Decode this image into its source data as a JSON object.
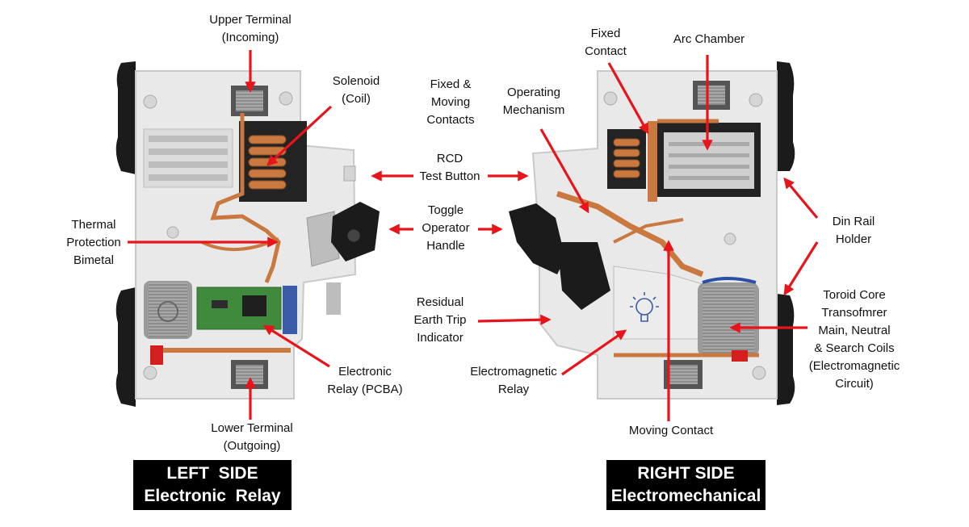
{
  "labels": {
    "upper_terminal": [
      "Upper Terminal",
      "(Incoming)"
    ],
    "solenoid": [
      "Solenoid",
      "(Coil)"
    ],
    "fixed_moving_contacts": [
      "Fixed &",
      "Moving",
      "Contacts"
    ],
    "operating_mechanism": [
      "Operating",
      "Mechanism"
    ],
    "fixed_contact": [
      "Fixed",
      "Contact"
    ],
    "arc_chamber": [
      "Arc Chamber"
    ],
    "rcd_test_button": [
      "RCD",
      "Test Button"
    ],
    "toggle_handle": [
      "Toggle",
      "Operator",
      "Handle"
    ],
    "thermal_protection": [
      "Thermal",
      "Protection",
      "Bimetal"
    ],
    "din_rail_holder": [
      "Din Rail",
      "Holder"
    ],
    "residual_earth_trip": [
      "Residual",
      "Earth Trip",
      "Indicator"
    ],
    "toroid_core": [
      "Toroid Core",
      "Transofmrer",
      "Main, Neutral",
      "& Search Coils",
      "(Electromagnetic",
      "Circuit)"
    ],
    "electronic_relay": [
      "Electronic",
      "Relay (PCBA)"
    ],
    "electromagnetic_relay": [
      "Electromagnetic",
      "Relay"
    ],
    "lower_terminal": [
      "Lower Terminal",
      "(Outgoing)"
    ],
    "moving_contact": [
      "Moving Contact"
    ]
  },
  "banners": {
    "left": [
      "LEFT  SIDE",
      "Electronic  Relay"
    ],
    "right": [
      "RIGHT SIDE",
      "Electromechanical"
    ]
  },
  "colors": {
    "arrow": "#e8141c",
    "housing": "#e9e9e9",
    "housing_edge": "#c9c9c9",
    "copper": "#c9793f",
    "black_part": "#1b1b1b",
    "pcb": "#3f8a3c",
    "coil_grey": "#9a9a9a",
    "banner_bg": "#000000",
    "banner_text": "#ffffff"
  }
}
